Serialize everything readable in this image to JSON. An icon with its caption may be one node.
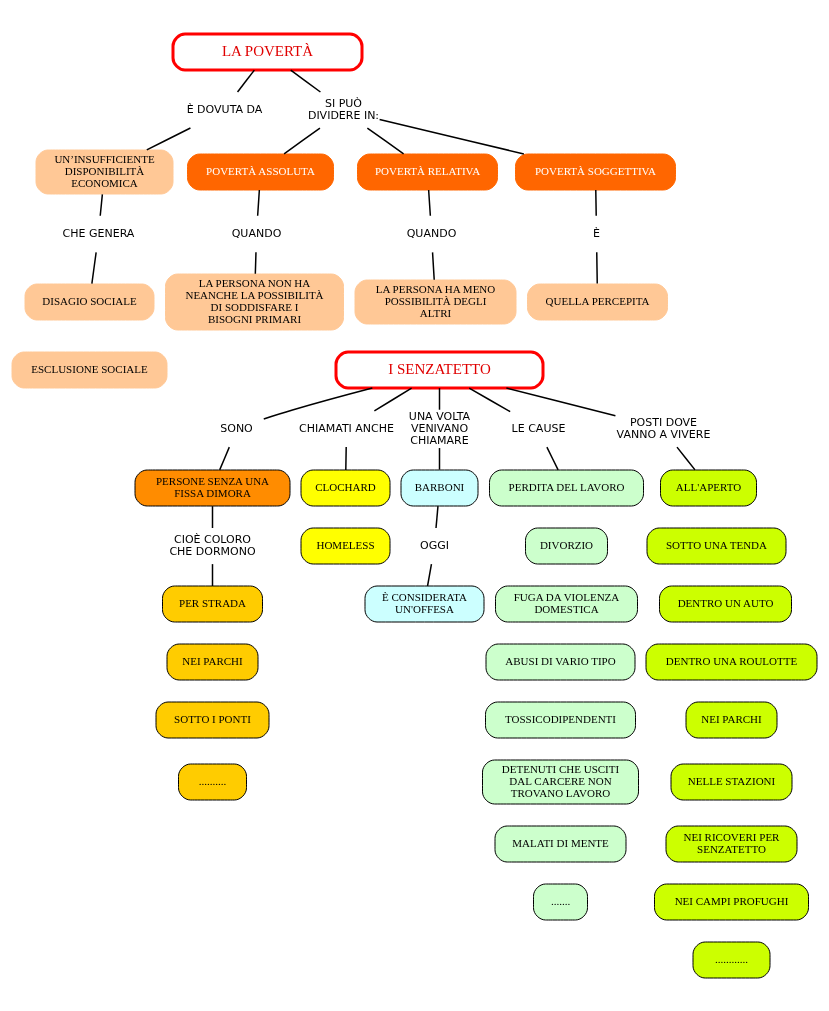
{
  "diagram": {
    "nodes": [
      {
        "text": [
          "LA POVERTÀ"
        ]
      },
      {
        "text": [
          "È DOVUTA DA"
        ]
      },
      {
        "text": [
          "SI PUÒ DIVIDERE IN:"
        ]
      },
      {
        "text": [
          "UN’INSUFFICIENTE DISPONIBILITÀ ECONOMICA"
        ]
      },
      {
        "text": [
          "CHE GENERA"
        ]
      },
      {
        "text": [
          "DISAGIO SOCIALE"
        ]
      },
      {
        "text": [
          "ESCLUSIONE SOCIALE"
        ]
      },
      {
        "text": [
          "POVERTÀ ASSOLUTA"
        ]
      },
      {
        "text": [
          "POVERTÀ RELATIVA"
        ]
      },
      {
        "text": [
          "POVERTÀ SOGGETTIVA"
        ]
      },
      {
        "text": [
          "QUANDO"
        ]
      },
      {
        "text": [
          "QUANDO"
        ]
      },
      {
        "text": [
          "È"
        ]
      },
      {
        "text": [
          "LA PERSONA NON HA NEANCHE LA POSSIBILITÀ DI SODDISFARE I BISOGNI PRIMARI"
        ]
      },
      {
        "text": [
          "LA PERSONA HA MENO POSSIBILITÀ DEGLI ALTRI"
        ]
      },
      {
        "text": [
          "QUELLA PERCEPITA"
        ]
      },
      {
        "text": [
          "I SENZATETTO"
        ]
      },
      {
        "text": [
          "SONO"
        ]
      },
      {
        "text": [
          "CHIAMATI ANCHE"
        ]
      },
      {
        "text": [
          "UNA VOLTA VENIVANO CHIAMARE"
        ]
      },
      {
        "text": [
          "LE CAUSE"
        ]
      },
      {
        "text": [
          "POSTI DOVE VANNO A VIVERE"
        ]
      },
      {
        "text": [
          "PERSONE SENZA UNA FISSA DIMORA"
        ]
      },
      {
        "text": [
          "CLOCHARD"
        ]
      },
      {
        "text": [
          "HOMELESS"
        ]
      },
      {
        "text": [
          "BARBONI"
        ]
      },
      {
        "text": [
          "CIOÈ COLORO CHE DORMONO"
        ]
      },
      {
        "text": [
          "OGGI"
        ]
      },
      {
        "text": [
          "È CONSIDERATA UN'OFFESA"
        ]
      },
      {
        "text": [
          "PER STRADA"
        ]
      },
      {
        "text": [
          "NEI PARCHI"
        ]
      },
      {
        "text": [
          "SOTTO I PONTI"
        ]
      },
      {
        "text": [
          ".........."
        ]
      },
      {
        "text": [
          "PERDITA DEL LAVORO"
        ]
      },
      {
        "text": [
          "DIVORZIO"
        ]
      },
      {
        "text": [
          "FUGA DA VIOLENZA DOMESTICA"
        ]
      },
      {
        "text": [
          "ABUSI DI VARIO TIPO"
        ]
      },
      {
        "text": [
          "TOSSICODIPENDENTI"
        ]
      },
      {
        "text": [
          "DETENUTI CHE USCITI DAL CARCERE NON TROVANO LAVORO"
        ]
      },
      {
        "text": [
          "MALATI DI MENTE"
        ]
      },
      {
        "text": [
          "......."
        ]
      },
      {
        "text": [
          "ALL'APERTO"
        ]
      },
      {
        "text": [
          "SOTTO UNA TENDA"
        ]
      },
      {
        "text": [
          "DENTRO UN AUTO"
        ]
      },
      {
        "text": [
          "DENTRO UNA ROULOTTE"
        ]
      },
      {
        "text": [
          "NEI PARCHI"
        ]
      },
      {
        "text": [
          "NELLE STAZIONI"
        ]
      },
      {
        "text": [
          "NEI RICOVERI PER SENZATETTO"
        ]
      },
      {
        "text": [
          "NEI CAMPI PROFUGHI"
        ]
      },
      {
        "text": [
          "............"
        ]
      }
    ],
    "edges": [
      {
        "from": 0,
        "to": 1,
        "arrow": "none"
      },
      {
        "from": 0,
        "to": 2,
        "arrow": "none"
      },
      {
        "from": 1,
        "to": 3,
        "arrow": "none"
      },
      {
        "from": 2,
        "to": 7,
        "arrow": "none"
      },
      {
        "from": 2,
        "to": 8,
        "arrow": "none"
      },
      {
        "from": 2,
        "to": 9,
        "arrow": "none"
      },
      {
        "from": 3,
        "to": 4,
        "arrow": "none"
      },
      {
        "from": 4,
        "to": 5,
        "arrow": "none"
      },
      {
        "from": 7,
        "to": 10,
        "arrow": "none"
      },
      {
        "from": 10,
        "to": 13,
        "arrow": "none"
      },
      {
        "from": 8,
        "to": 11,
        "arrow": "none"
      },
      {
        "from": 11,
        "to": 14,
        "arrow": "none"
      },
      {
        "from": 9,
        "to": 12,
        "arrow": "none"
      },
      {
        "from": 12,
        "to": 15,
        "arrow": "none"
      },
      {
        "from": 16,
        "to": 17,
        "arrow": "none"
      },
      {
        "from": 16,
        "to": 18,
        "arrow": "none"
      },
      {
        "from": 16,
        "to": 19,
        "arrow": "none"
      },
      {
        "from": 16,
        "to": 20,
        "arrow": "none"
      },
      {
        "from": 16,
        "to": 21,
        "arrow": "none"
      },
      {
        "from": 17,
        "to": 22,
        "arrow": "none"
      },
      {
        "from": 18,
        "to": 23,
        "arrow": "none"
      },
      {
        "from": 19,
        "to": 25,
        "arrow": "none"
      },
      {
        "from": 25,
        "to": 27,
        "arrow": "none"
      },
      {
        "from": 27,
        "to": 28,
        "arrow": "none"
      },
      {
        "from": 20,
        "to": 33,
        "arrow": "none"
      },
      {
        "from": 21,
        "to": 41,
        "arrow": "none"
      },
      {
        "from": 22,
        "to": 26,
        "arrow": "none"
      },
      {
        "from": 26,
        "to": 29,
        "arrow": "none"
      }
    ]
  }
}
